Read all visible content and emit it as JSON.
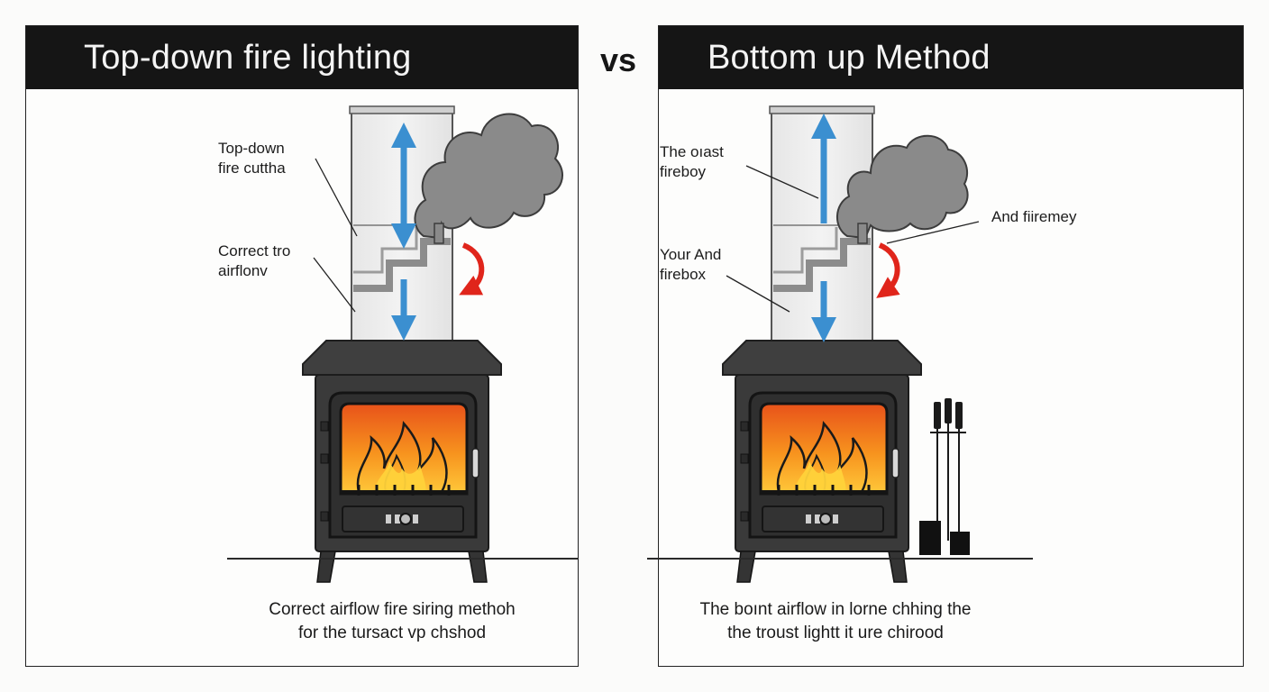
{
  "left_panel": {
    "title": "Top-down fire lighting",
    "labels": [
      "Top-down\nfire cuttha",
      "Correct tro\nairflonv"
    ],
    "caption": "Correct airflow fire siring methoh\nfor the tursact vp chshod"
  },
  "right_panel": {
    "title": "Bottom up Method",
    "labels": [
      "The oıast\nfireboy",
      "And fiiremey",
      "Your And\nfirebox"
    ],
    "caption": "The boınt airflow in lorne chhing the\nthe troust lightt it ure chirood"
  },
  "separator": {
    "text": "vs"
  },
  "colors": {
    "header_bg": "#151515",
    "stove_body": "#3a3a3a",
    "fire_orange": "#f47a1f",
    "flame_yellow": "#ffd23a",
    "smoke": "#8a8a8a",
    "airflow_arrow": "#3b8fd0",
    "draft_arrow": "#e0251b"
  },
  "icons": {
    "airflow": "blue-double-arrow-icon",
    "draft": "red-curved-arrow-icon",
    "smoke": "smoke-cloud-icon",
    "tools": "fireplace-tools-icon"
  }
}
